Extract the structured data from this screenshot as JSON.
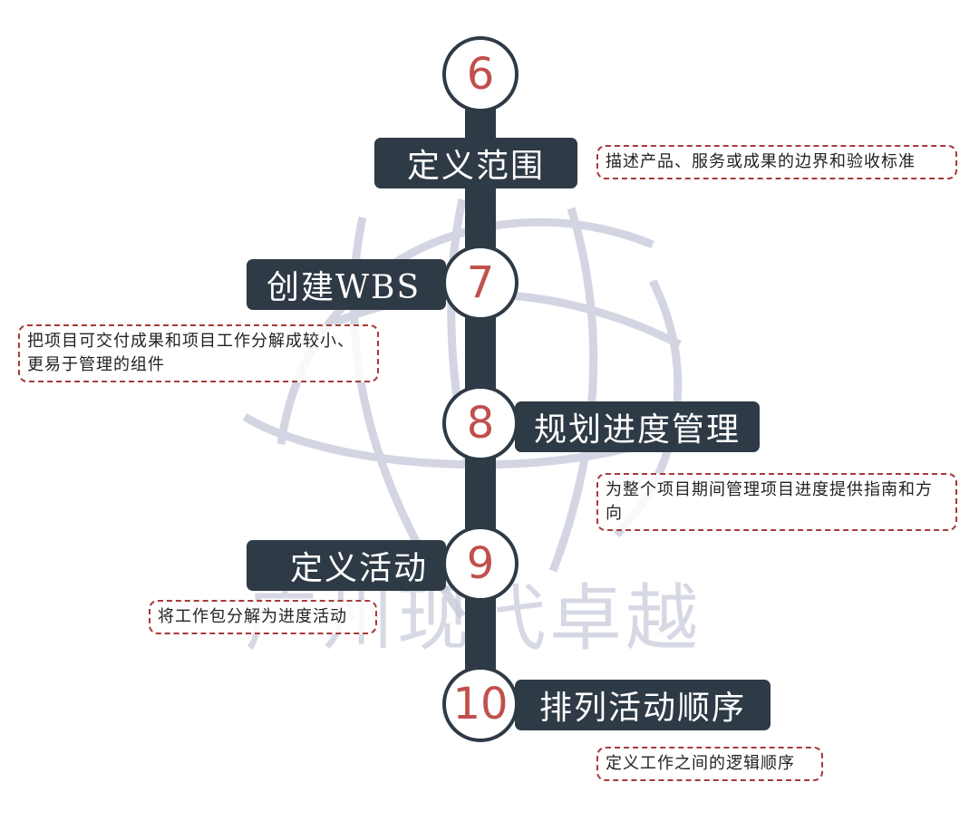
{
  "watermark": "广州现代卓越",
  "steps": [
    {
      "number": "6",
      "title": "定义范围",
      "description": "描述产品、服务或成果的边界和验收标准"
    },
    {
      "number": "7",
      "title": "创建WBS",
      "description": "把项目可交付成果和项目工作分解成较小、更易于管理的组件"
    },
    {
      "number": "8",
      "title": "规划进度管理",
      "description": "为整个项目期间管理项目进度提供指南和方向"
    },
    {
      "number": "9",
      "title": "定义活动",
      "description": "将工作包分解为进度活动"
    },
    {
      "number": "10",
      "title": "排列活动顺序",
      "description": "定义工作之间的逻辑顺序"
    }
  ],
  "colors": {
    "spine": "#2e3a45",
    "number": "#c0504d",
    "dashed_border": "#a63a3a",
    "watermark": "#c9cbdc"
  }
}
